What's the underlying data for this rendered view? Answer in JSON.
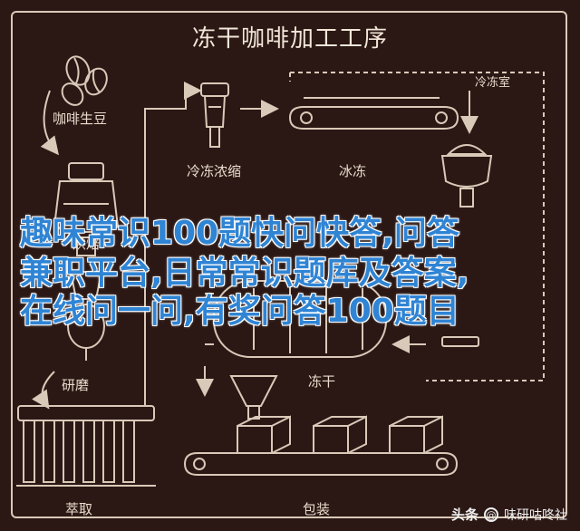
{
  "title": "冻干咖啡加工工序",
  "steps": {
    "coffee_beans": "咖啡生豆",
    "roast": "烘焙",
    "grind": "研磨",
    "extract": "萃取",
    "freeze_concentrate": "冷冻浓缩",
    "freeze": "冰冻",
    "cold_room": "冷冻室",
    "freeze_dry": "冻干",
    "package": "包装"
  },
  "overlay_lines": [
    "趣味常识100题快问快答,问答",
    "兼职平台,日常常识题库及答案,",
    "在线问一问,有奖问答100题目"
  ],
  "watermark": {
    "brand": "头条",
    "account": "味研咕咚社"
  },
  "colors": {
    "background": "#2b1815",
    "line": "#d9c9b8",
    "overlay_text": "#2f84d4"
  }
}
